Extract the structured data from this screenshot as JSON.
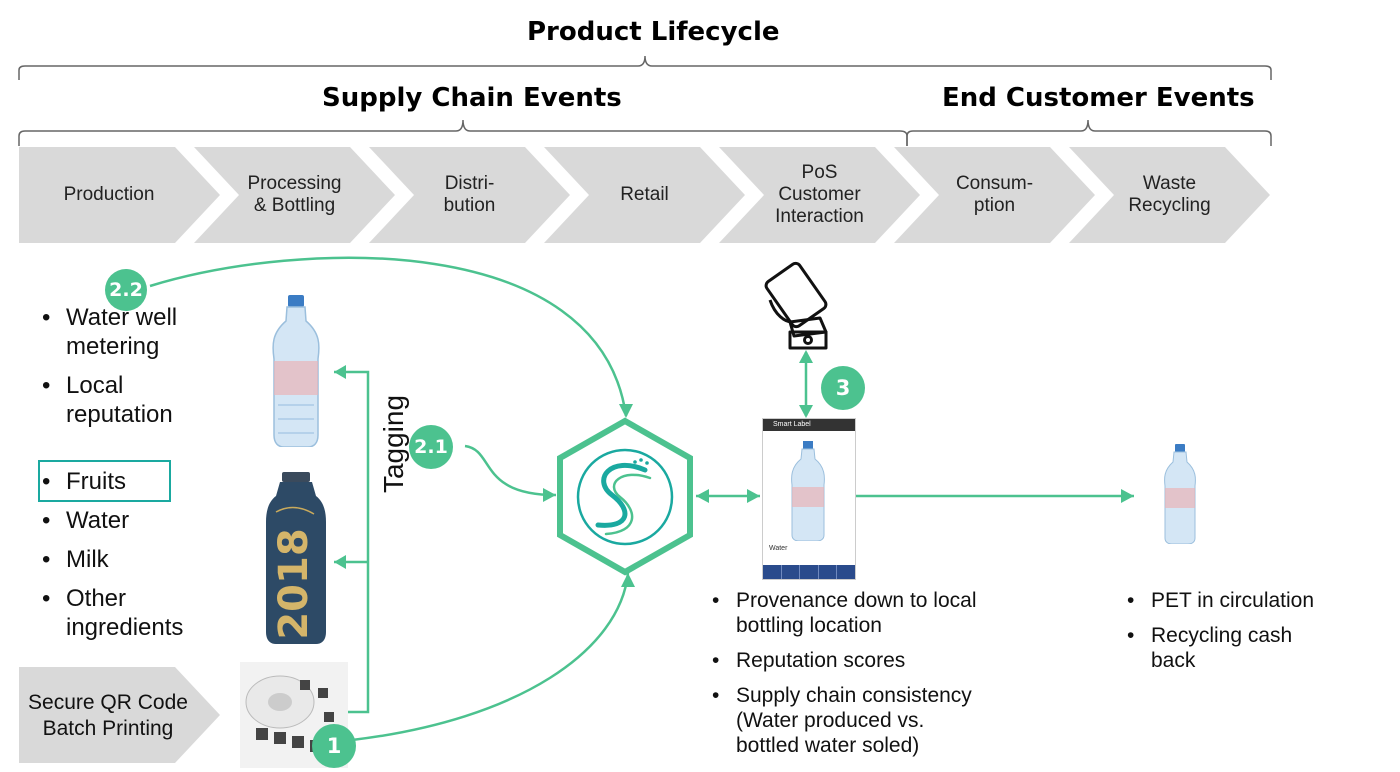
{
  "titles": {
    "lifecycle": "Product Lifecycle",
    "supply_chain": "Supply Chain Events",
    "end_customer": "End Customer Events"
  },
  "stages": [
    "Production",
    "Processing\n& Bottling",
    "Distri-\nbution",
    "Retail",
    "PoS\nCustomer\nInteraction",
    "Consum-\nption",
    "Waste\nRecycling"
  ],
  "production_list_a": [
    "Water well\nmetering",
    "Local\nreputation"
  ],
  "production_list_b": [
    "Fruits",
    "Water",
    "Milk",
    "Other\ningredients"
  ],
  "tagging_label": "Tagging",
  "badges": {
    "b1": "1",
    "b21": "2.1",
    "b22": "2.2",
    "b3": "3"
  },
  "qr_label": "Secure QR Code\nBatch Printing",
  "phone_screen": {
    "header": "Smart Label",
    "product": "Water"
  },
  "pos_list": [
    "Provenance down to local\nbottling location",
    "Reputation scores",
    "Supply chain consistency\n(Water produced vs.\nbottled water soled)"
  ],
  "recycle_list": [
    "PET in circulation",
    "Recycling cash\nback"
  ],
  "bottle_2018_text": "2018",
  "colors": {
    "green": "#4cc28f",
    "stage_gray": "#d9d9d9",
    "teal": "#1aa9a0"
  }
}
